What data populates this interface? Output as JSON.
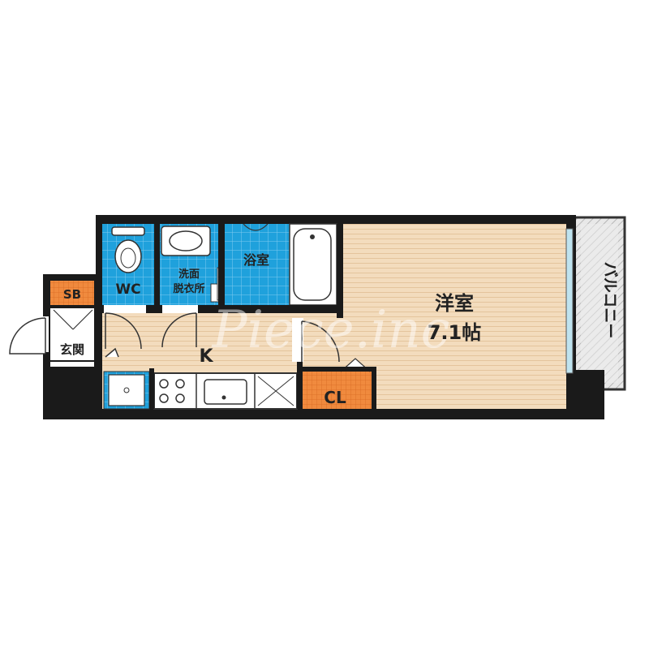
{
  "rooms": {
    "wc": "WC",
    "washroom_line1": "洗面",
    "washroom_line2": "脱衣所",
    "bathroom": "浴室",
    "western_room_name": "洋室",
    "western_room_size": "7.1帖",
    "kitchen": "K",
    "closet": "CL",
    "shoe_box": "SB",
    "entrance": "玄関",
    "balcony": "バルコニー"
  },
  "watermark": "Piece.inc",
  "colors": {
    "wall": "#1a1a1a",
    "western_room": "#f2ddc0",
    "corridor": "#f2ddc0",
    "wet_area": "#1fa1dc",
    "storage": "#f0883e",
    "balcony": "#e6e6e6",
    "window": "#bfe3ef"
  }
}
